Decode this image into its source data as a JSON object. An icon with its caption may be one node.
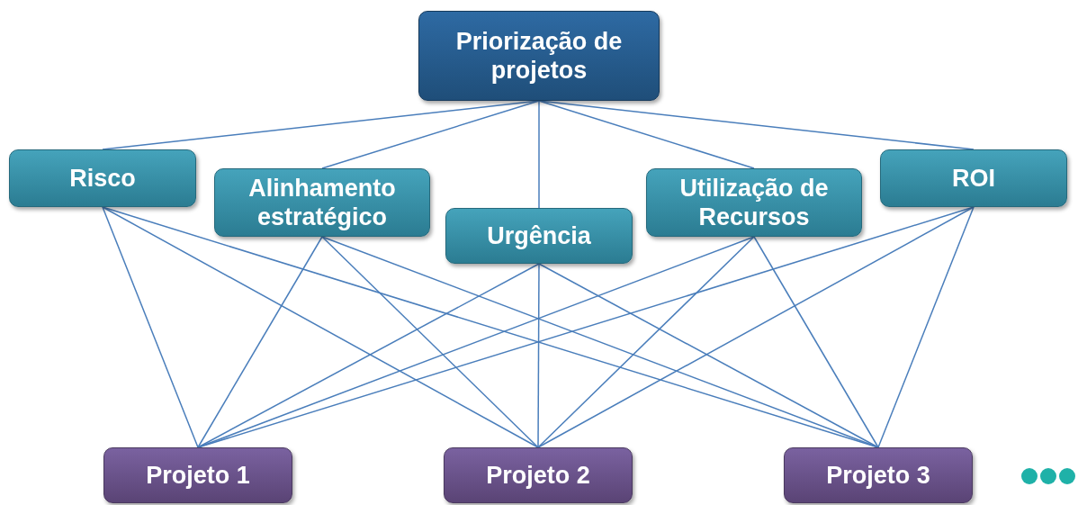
{
  "diagram": {
    "nodes": [
      {
        "text": [
          "Priorização de projetos"
        ]
      },
      {
        "text": [
          "Risco"
        ]
      },
      {
        "text": [
          "Alinhamento estratégico"
        ]
      },
      {
        "text": [
          "Urgência"
        ]
      },
      {
        "text": [
          "Utilização de Recursos"
        ]
      },
      {
        "text": [
          "ROI"
        ]
      },
      {
        "text": [
          "Projeto 1"
        ]
      },
      {
        "text": [
          "Projeto 2"
        ]
      },
      {
        "text": [
          "Projeto 3"
        ]
      }
    ],
    "edges": [
      {
        "from": 0,
        "to": 1,
        "arrow": "none"
      },
      {
        "from": 0,
        "to": 2,
        "arrow": "none"
      },
      {
        "from": 0,
        "to": 3,
        "arrow": "none"
      },
      {
        "from": 0,
        "to": 4,
        "arrow": "none"
      },
      {
        "from": 0,
        "to": 5,
        "arrow": "none"
      },
      {
        "from": 1,
        "to": 6,
        "arrow": "none"
      },
      {
        "from": 1,
        "to": 7,
        "arrow": "none"
      },
      {
        "from": 1,
        "to": 8,
        "arrow": "none"
      },
      {
        "from": 2,
        "to": 6,
        "arrow": "none"
      },
      {
        "from": 2,
        "to": 7,
        "arrow": "none"
      },
      {
        "from": 2,
        "to": 8,
        "arrow": "none"
      },
      {
        "from": 3,
        "to": 6,
        "arrow": "none"
      },
      {
        "from": 3,
        "to": 7,
        "arrow": "none"
      },
      {
        "from": 3,
        "to": 8,
        "arrow": "none"
      },
      {
        "from": 4,
        "to": 6,
        "arrow": "none"
      },
      {
        "from": 4,
        "to": 7,
        "arrow": "none"
      },
      {
        "from": 4,
        "to": 8,
        "arrow": "none"
      },
      {
        "from": 5,
        "to": 6,
        "arrow": "none"
      },
      {
        "from": 5,
        "to": 7,
        "arrow": "none"
      },
      {
        "from": 5,
        "to": 8,
        "arrow": "none"
      }
    ]
  }
}
